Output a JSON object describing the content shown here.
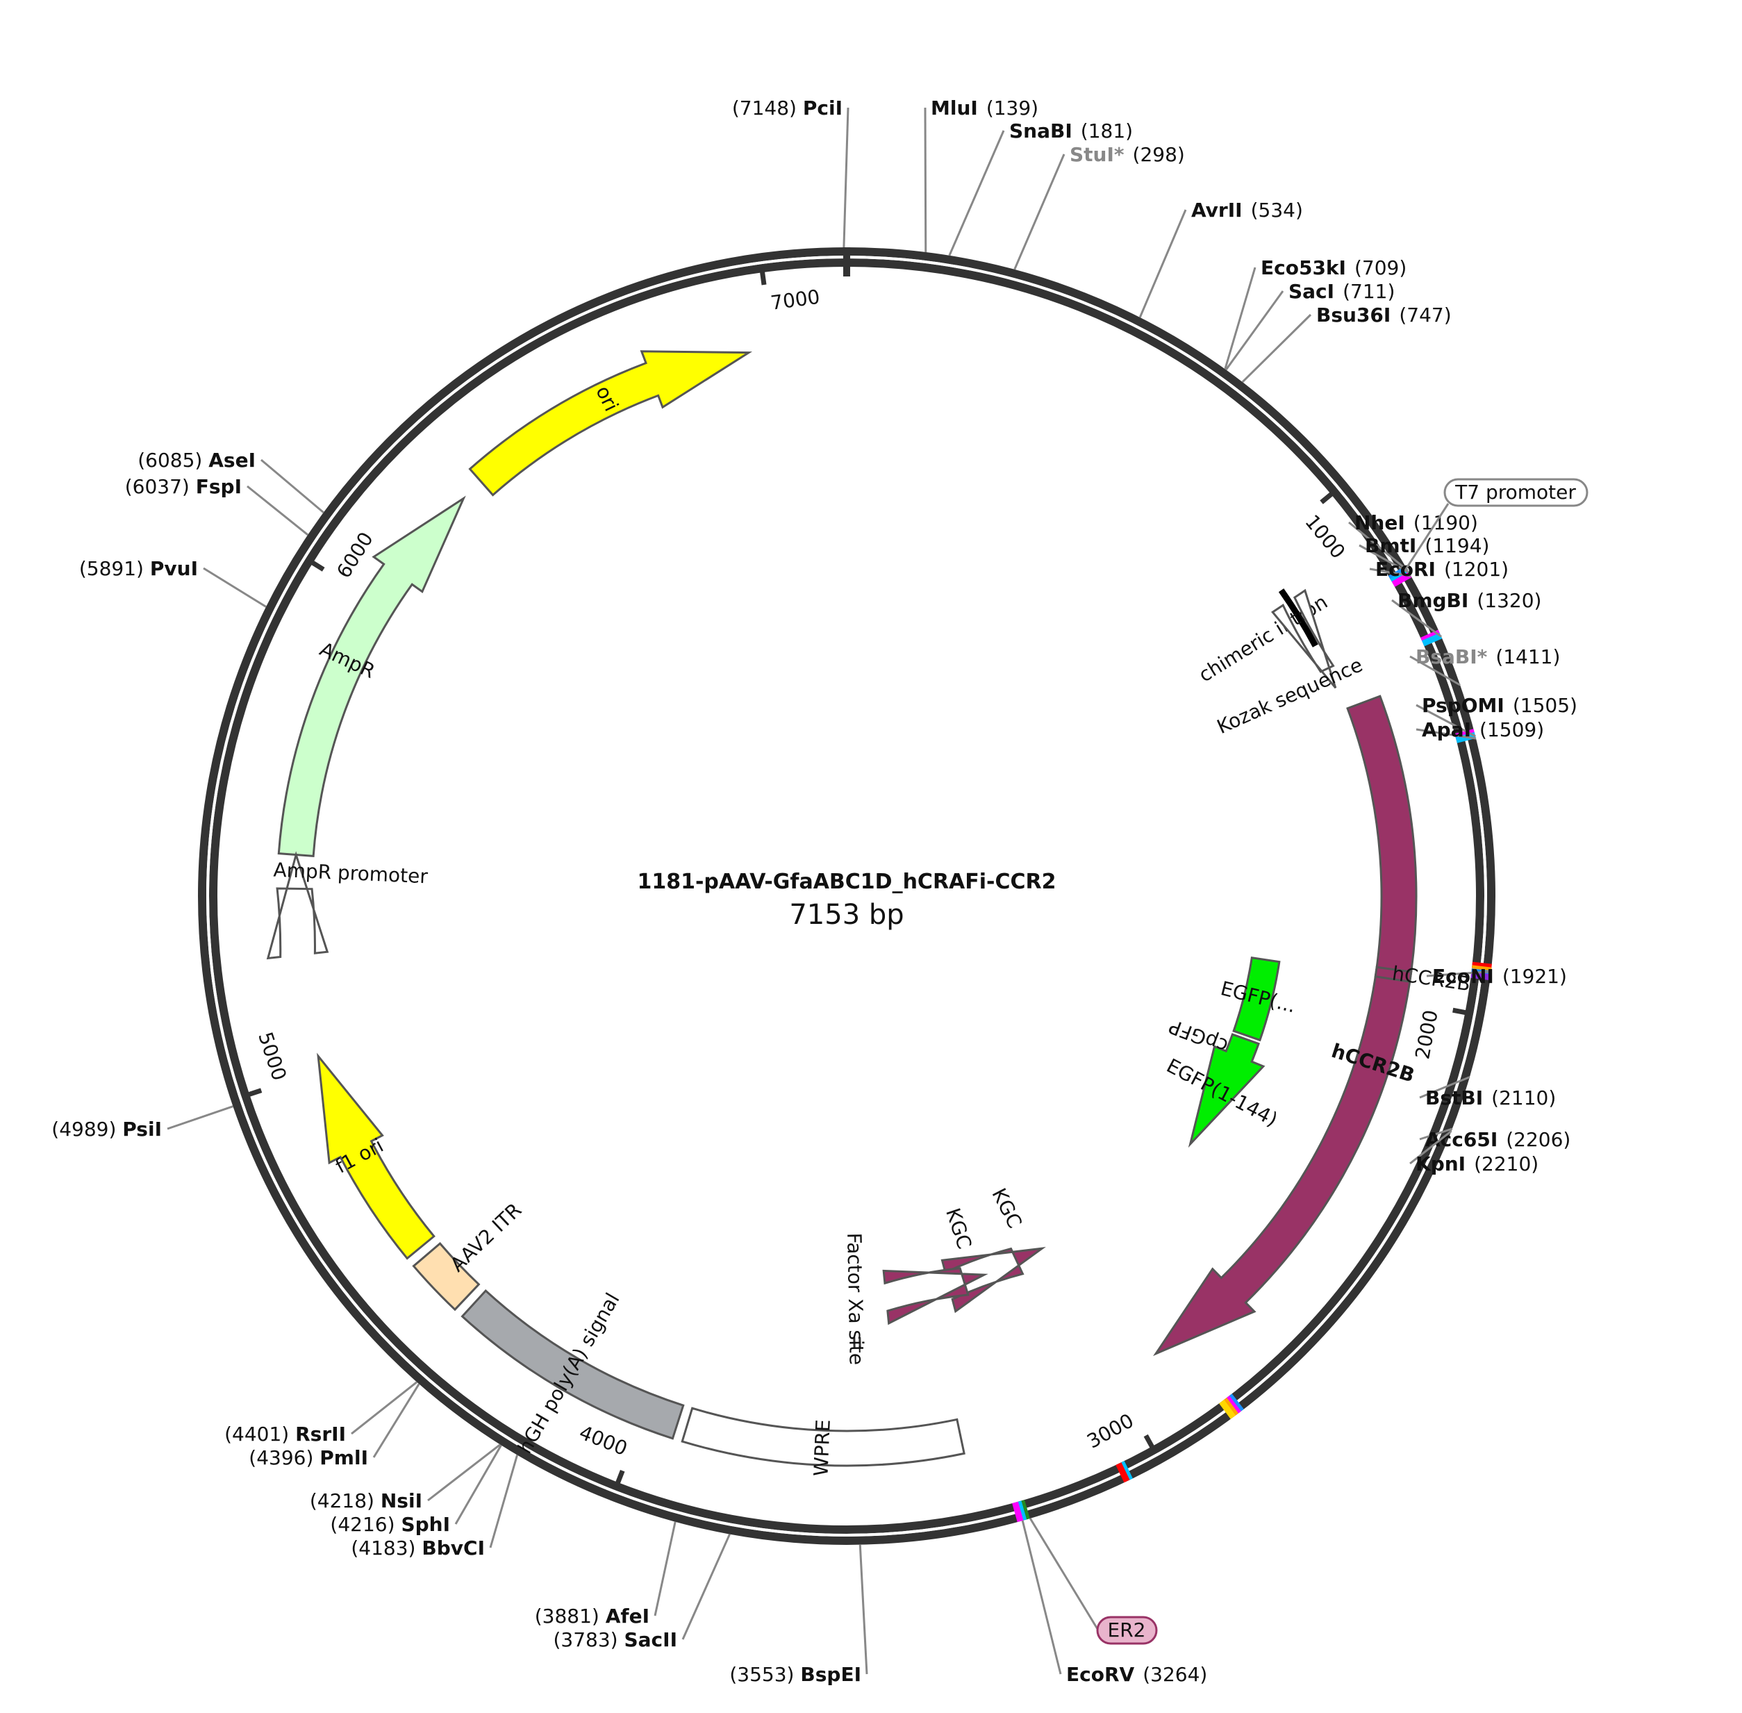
{
  "plasmid": {
    "name": "1181-pAAV-GfaABC1D_hCRAFi-CCR2",
    "length_label": "7153 bp",
    "length": 7153
  },
  "ticks": [
    {
      "label": "1000",
      "pos": 1000
    },
    {
      "label": "2000",
      "pos": 2000
    },
    {
      "label": "3000",
      "pos": 3000
    },
    {
      "label": "4000",
      "pos": 4000
    },
    {
      "label": "5000",
      "pos": 5000
    },
    {
      "label": "6000",
      "pos": 6000
    },
    {
      "label": "7000",
      "pos": 7000
    }
  ],
  "sites": [
    {
      "name": "PciI",
      "position": "(7148)",
      "pos": 7148,
      "grey": false
    },
    {
      "name": "MluI",
      "position": "(139)",
      "pos": 139,
      "grey": false
    },
    {
      "name": "SnaBI",
      "position": "(181)",
      "pos": 181,
      "grey": false
    },
    {
      "name": "StuI*",
      "position": "(298)",
      "pos": 298,
      "grey": true
    },
    {
      "name": "AvrII",
      "position": "(534)",
      "pos": 534,
      "grey": false
    },
    {
      "name": "Eco53kI",
      "position": "(709)",
      "pos": 709,
      "grey": false
    },
    {
      "name": "SacI",
      "position": "(711)",
      "pos": 711,
      "grey": false
    },
    {
      "name": "Bsu36I",
      "position": "(747)",
      "pos": 747,
      "grey": false
    },
    {
      "name": "NheI",
      "position": "(1190)",
      "pos": 1190,
      "grey": false
    },
    {
      "name": "BmtI",
      "position": "(1194)",
      "pos": 1194,
      "grey": false
    },
    {
      "name": "EcoRI",
      "position": "(1201)",
      "pos": 1201,
      "grey": false
    },
    {
      "name": "BmgBI",
      "position": "(1320)",
      "pos": 1320,
      "grey": false
    },
    {
      "name": "BsaBI*",
      "position": "(1411)",
      "pos": 1411,
      "grey": true
    },
    {
      "name": "PspOMI",
      "position": "(1505)",
      "pos": 1505,
      "grey": false
    },
    {
      "name": "ApaI",
      "position": "(1509)",
      "pos": 1509,
      "grey": false
    },
    {
      "name": "EcoNI",
      "position": "(1921)",
      "pos": 1921,
      "grey": false
    },
    {
      "name": "BstBI",
      "position": "(2110)",
      "pos": 2110,
      "grey": false
    },
    {
      "name": "Acc65I",
      "position": "(2206)",
      "pos": 2206,
      "grey": false
    },
    {
      "name": "KpnI",
      "position": "(2210)",
      "pos": 2210,
      "grey": false
    },
    {
      "name": "EcoRV",
      "position": "(3264)",
      "pos": 3264,
      "grey": false
    },
    {
      "name": "BspEI",
      "position": "(3553)",
      "pos": 3553,
      "grey": false
    },
    {
      "name": "SacII",
      "position": "(3783)",
      "pos": 3783,
      "grey": false
    },
    {
      "name": "AfeI",
      "position": "(3881)",
      "pos": 3881,
      "grey": false
    },
    {
      "name": "BbvCI",
      "position": "(4183)",
      "pos": 4183,
      "grey": false
    },
    {
      "name": "SphI",
      "position": "(4216)",
      "pos": 4216,
      "grey": false
    },
    {
      "name": "NsiI",
      "position": "(4218)",
      "pos": 4218,
      "grey": false
    },
    {
      "name": "PmlI",
      "position": "(4396)",
      "pos": 4396,
      "grey": false
    },
    {
      "name": "RsrII",
      "position": "(4401)",
      "pos": 4401,
      "grey": false
    },
    {
      "name": "PsiI",
      "position": "(4989)",
      "pos": 4989,
      "grey": false
    },
    {
      "name": "PvuI",
      "position": "(5891)",
      "pos": 5891,
      "grey": false
    },
    {
      "name": "FspI",
      "position": "(6037)",
      "pos": 6037,
      "grey": false
    },
    {
      "name": "AseI",
      "position": "(6085)",
      "pos": 6085,
      "grey": false
    }
  ],
  "features": [
    {
      "name": "ori",
      "start": 6330,
      "end": 6950,
      "color": "#ffff00",
      "direction": "cw"
    },
    {
      "name": "AmpR",
      "start": 5450,
      "end": 6280,
      "color": "#ccffcc",
      "direction": "cw"
    },
    {
      "name": "AmpR promoter",
      "start": 5380,
      "end": 5450,
      "color": "#ffffff",
      "direction": "cw"
    },
    {
      "name": "f1 ori",
      "start": 4580,
      "end": 5030,
      "color": "#ffff00",
      "direction": "cw"
    },
    {
      "name": "AAV2 ITR",
      "start": 4440,
      "end": 4560,
      "color": "#ffdfb0",
      "direction": "none"
    },
    {
      "name": "hGH poly(A) signal",
      "start": 3930,
      "end": 4420,
      "color": "#a6a9ad",
      "direction": "none"
    },
    {
      "name": "WPRE",
      "start": 3340,
      "end": 3910,
      "color": "#ffffff",
      "direction": "none"
    },
    {
      "name": "hCCR2B",
      "start": 1380,
      "end": 2900,
      "color": "#993366",
      "direction": "cw"
    },
    {
      "name": "chimeric intron",
      "start": 1090,
      "end": 1230,
      "color": "#000000",
      "direction": "none"
    },
    {
      "name": "Kozak sequence",
      "start": 1285,
      "end": 1330,
      "color": "#ffffff",
      "direction": "cw"
    },
    {
      "name": "EGFP(...",
      "start": 1960,
      "end": 2170,
      "color": "#00ee00",
      "direction": "none"
    },
    {
      "name": "EGFP(1-144)",
      "start": 2180,
      "end": 2500,
      "color": "#00ee00",
      "direction": "cw"
    },
    {
      "name": "hCCR2B",
      "start": 1940,
      "end": 1960,
      "color": "#993366",
      "direction": "none"
    },
    {
      "name": "cpGFP",
      "start": 2000,
      "end": 2400,
      "color": "#00ee00",
      "direction": "none"
    },
    {
      "name": "KGC",
      "start": 3000,
      "end": 3080,
      "color": "#993366",
      "direction": "ccw"
    },
    {
      "name": "KGC",
      "start": 3180,
      "end": 3240,
      "color": "#993366",
      "direction": "ccw"
    },
    {
      "name": "Factor Xa site",
      "start": 3550,
      "end": 3560,
      "color": "#333333",
      "direction": "none"
    }
  ],
  "primer": {
    "name": "ER2",
    "color": "#e9b4cc",
    "border": "#993366"
  },
  "promoter_tag": {
    "name": "T7 promoter"
  }
}
